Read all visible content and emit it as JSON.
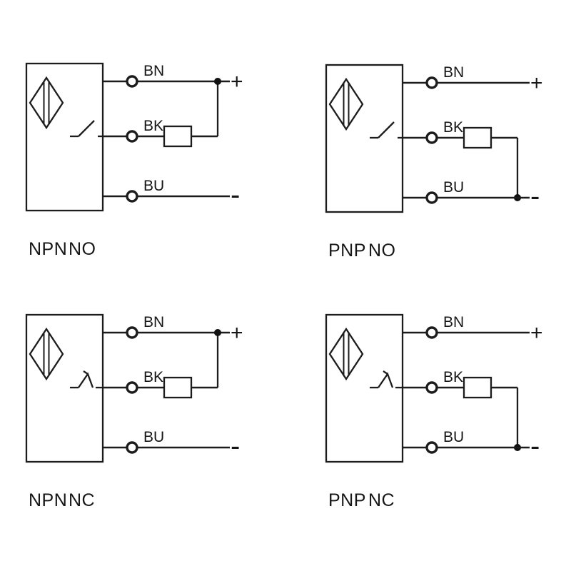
{
  "page": {
    "background": "#ffffff",
    "line_color": "#1c1c1c",
    "text_color": "#161616"
  },
  "diagrams": [
    {
      "id": "npn-no",
      "caption": {
        "type": "NPN",
        "mode": "NO"
      },
      "wires": {
        "top": "BN",
        "middle": "BK",
        "bottom": "BU"
      },
      "terminals": {
        "positive": "+",
        "negative": "-"
      },
      "switch_symbol": "normally-open",
      "load": "resistor",
      "load_connected_to": "+"
    },
    {
      "id": "pnp-no",
      "caption": {
        "type": "PNP",
        "mode": "NO"
      },
      "wires": {
        "top": "BN",
        "middle": "BK",
        "bottom": "BU"
      },
      "terminals": {
        "positive": "+",
        "negative": "-"
      },
      "switch_symbol": "normally-open",
      "load": "resistor",
      "load_connected_to": "-"
    },
    {
      "id": "npn-nc",
      "caption": {
        "type": "NPN",
        "mode": "NC"
      },
      "wires": {
        "top": "BN",
        "middle": "BK",
        "bottom": "BU"
      },
      "terminals": {
        "positive": "+",
        "negative": "-"
      },
      "switch_symbol": "normally-closed",
      "load": "resistor",
      "load_connected_to": "+"
    },
    {
      "id": "pnp-nc",
      "caption": {
        "type": "PNP",
        "mode": "NC"
      },
      "wires": {
        "top": "BN",
        "middle": "BK",
        "bottom": "BU"
      },
      "terminals": {
        "positive": "+",
        "negative": "-"
      },
      "switch_symbol": "normally-closed",
      "load": "resistor",
      "load_connected_to": "-"
    }
  ]
}
